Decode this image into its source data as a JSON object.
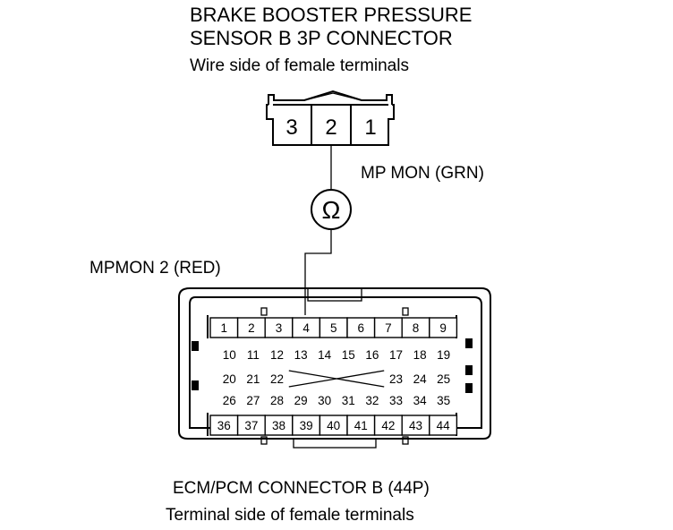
{
  "sensor_connector": {
    "title_line1": "BRAKE BOOSTER PRESSURE",
    "title_line2": "SENSOR B 3P CONNECTOR",
    "subtitle": "Wire side of female terminals",
    "pins": [
      "3",
      "2",
      "1"
    ]
  },
  "ohmmeter": {
    "symbol": "Ω"
  },
  "wires": {
    "mp_mon": "MP MON (GRN)",
    "mpmon2": "MPMON 2 (RED)"
  },
  "ecm_connector": {
    "title": "ECM/PCM CONNECTOR B (44P)",
    "subtitle": "Terminal side of female terminals",
    "row1": [
      "1",
      "2",
      "3",
      "4",
      "5",
      "6",
      "7",
      "8",
      "9"
    ],
    "row2": [
      "10",
      "11",
      "12",
      "13",
      "14",
      "15",
      "16",
      "17",
      "18",
      "19"
    ],
    "row3_left": [
      "20",
      "21",
      "22"
    ],
    "row3_right": [
      "23",
      "24",
      "25"
    ],
    "row4": [
      "26",
      "27",
      "28",
      "29",
      "30",
      "31",
      "32",
      "33",
      "34",
      "35"
    ],
    "row5": [
      "36",
      "37",
      "38",
      "39",
      "40",
      "41",
      "42",
      "43",
      "44"
    ]
  }
}
